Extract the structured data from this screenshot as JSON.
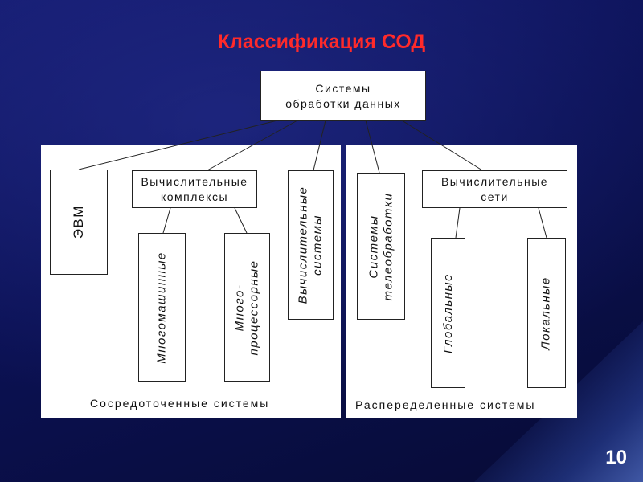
{
  "slide": {
    "title": "Классификация СОД",
    "page_number": "10"
  },
  "diagram": {
    "root": "Системы\nобработки данных",
    "concentrated_panel": {
      "caption": "Сосредоточенные системы",
      "evm": "ЭВМ",
      "complexes": "Вычислительные\nкомплексы",
      "multi_machine": "Многомашинные",
      "multi_processor": "Много-\nпроцессорные",
      "computing_systems": "Вычислительные\nсистемы"
    },
    "distributed_panel": {
      "caption": "Распеределенные системы",
      "teleprocessing": "Системы\nтелеобработки",
      "networks": "Вычислительные\nсети",
      "global": "Глобальные",
      "local": "Локальные"
    }
  }
}
